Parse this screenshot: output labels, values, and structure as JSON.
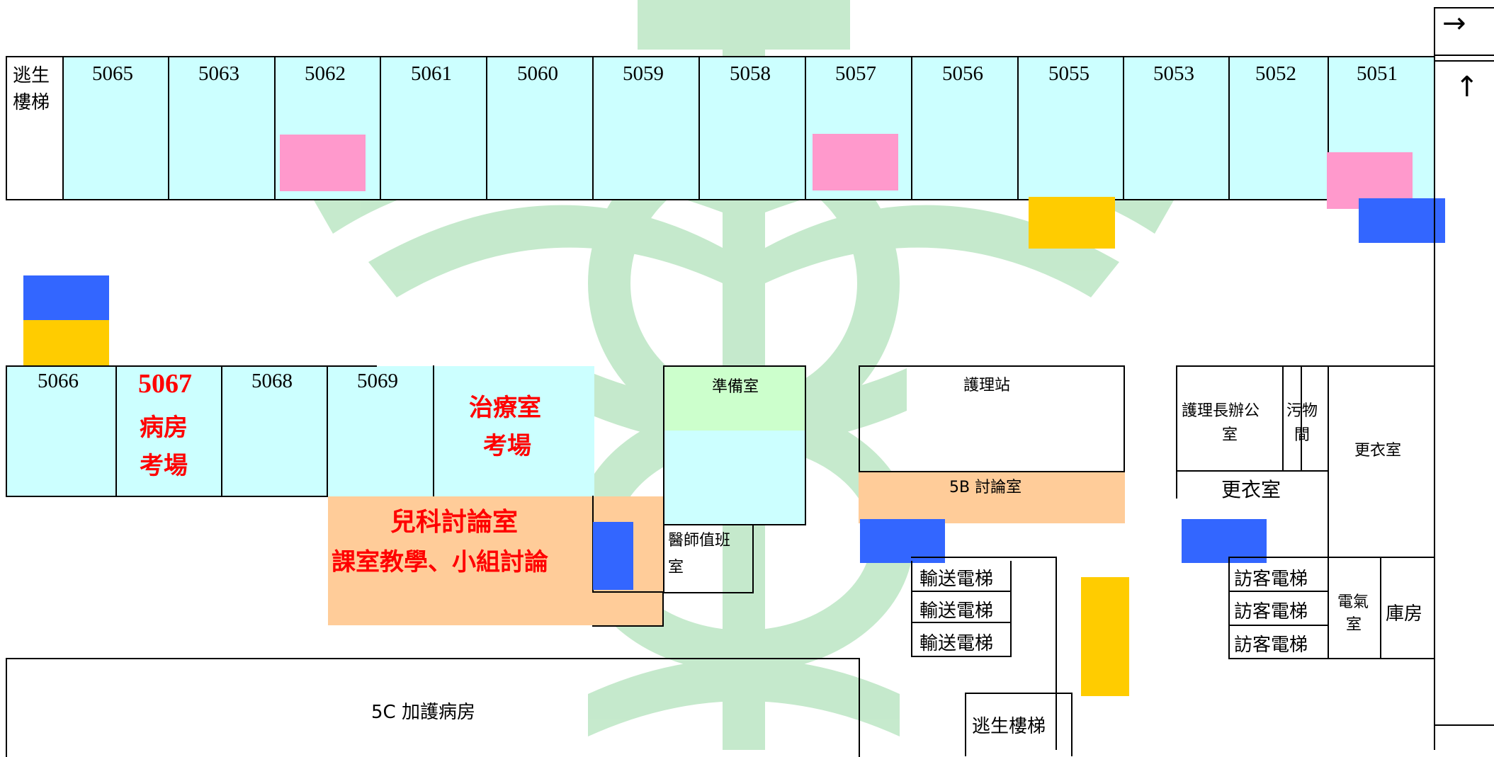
{
  "colors": {
    "room_fill": "#ccffff",
    "pink_marker": "#ff99cc",
    "blue_marker": "#3366ff",
    "yellow_marker": "#ffcc00",
    "orange_fill": "#ffcc99",
    "green_fill": "#ccffcc",
    "emblem": "#33b24a",
    "accent_text": "#ff0000"
  },
  "rooms_top": [
    "5065",
    "5063",
    "5062",
    "5061",
    "5060",
    "5059",
    "5058",
    "5057",
    "5056",
    "5055",
    "5053",
    "5052",
    "5051"
  ],
  "stairs_top_left": "逃生\n樓梯",
  "rooms_bottom": {
    "r5066": "5066",
    "r5067": {
      "number": "5067",
      "line1": "病房",
      "line2": "考場"
    },
    "r5068": "5068",
    "r5069": "5069",
    "treatment": {
      "line1": "治療室",
      "line2": "考場"
    }
  },
  "pediatric": {
    "line1": "兒科討論室",
    "line2": "課室教學、小組討論"
  },
  "prep_room": "準備室",
  "doctor_duty": {
    "line1": "醫師值班",
    "line2": "室"
  },
  "nurse_station": "護理站",
  "discussion_5b": "5B 討論室",
  "head_nurse_office": {
    "line1": "護理長辦公",
    "line2": "室"
  },
  "dirty_room": {
    "line1": "污物",
    "line2": "間"
  },
  "locker_room_right": "更衣室",
  "locker_room_small": "更衣室",
  "transport_elevators": [
    "輸送電梯",
    "輸送電梯",
    "輸送電梯"
  ],
  "visitor_elevators": [
    "訪客電梯",
    "訪客電梯",
    "訪客電梯"
  ],
  "electrical_room": {
    "line1": "電氣",
    "line2": "室"
  },
  "storage": "庫房",
  "icu": "5C 加護病房",
  "stairs_bottom": "逃生樓梯",
  "arrows": {
    "top": "→",
    "second": "↑"
  }
}
